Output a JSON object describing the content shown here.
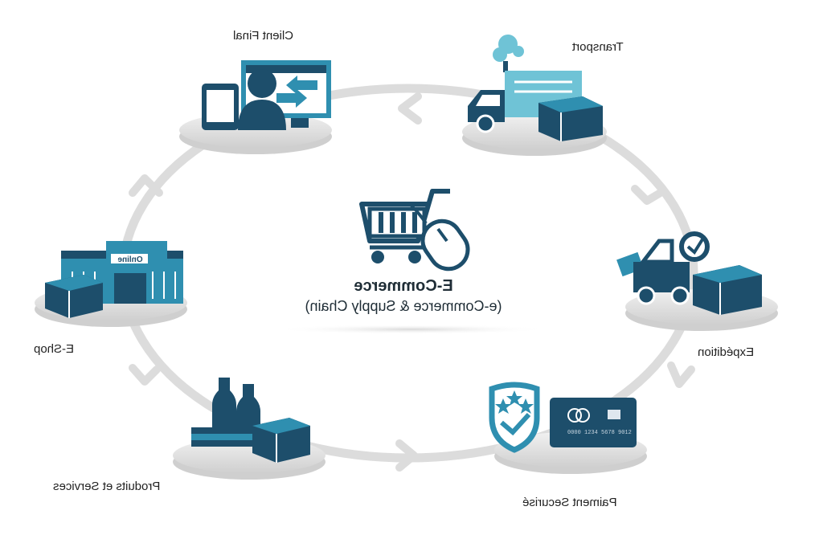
{
  "center": {
    "title": "E-Commerce",
    "subtitle": "(e-Commerce & Supply Chain)"
  },
  "nodes": {
    "client_final": "Client Final",
    "transport": "Transport",
    "expedition": "Expédition",
    "paiement": "Paiment Securisé",
    "produits": "Produits et Services",
    "eshop": "E-Shop"
  },
  "storefront_sign": "Online",
  "card_text": "0000 1234 5678 9012",
  "colors": {
    "navy": "#1d4e6b",
    "teal": "#2f8fb0",
    "light_teal": "#6fc3d6",
    "ring": "#dcdcdc",
    "platform": "#e6e6e6"
  }
}
